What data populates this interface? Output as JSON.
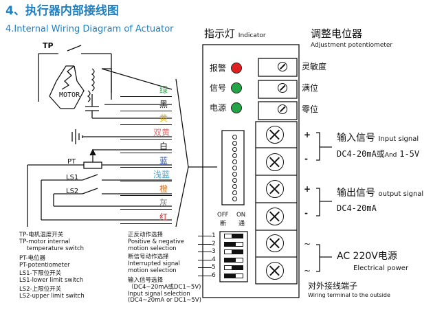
{
  "title_cn": "4、执行器内部接线图",
  "title_en": "4.Internal Wiring Diagram of Actuator",
  "indicator": {
    "cn": "指示灯",
    "en": "Indicator"
  },
  "adjust_pot": {
    "cn": "调整电位器",
    "en": "Adjustment potentiometer"
  },
  "lamps": [
    {
      "label": "报警",
      "color": "#e02020"
    },
    {
      "label": "信号",
      "color": "#22a447"
    },
    {
      "label": "电源",
      "color": "#22a447"
    }
  ],
  "pots": [
    "灵敏度",
    "满位",
    "零位"
  ],
  "wires": [
    {
      "label": "绿",
      "color": "#27a84a"
    },
    {
      "label": "黑",
      "color": "#111111"
    },
    {
      "label": "黄",
      "color": "#e0b020"
    },
    {
      "label": "双黄",
      "color": "#e07070"
    },
    {
      "label": "白",
      "color": "#111111"
    },
    {
      "label": "蓝",
      "color": "#2d4fa3"
    },
    {
      "label": "浅蓝",
      "color": "#39a8d8"
    },
    {
      "label": "橙",
      "color": "#e07020"
    },
    {
      "label": "灰",
      "color": "#777777"
    },
    {
      "label": "红",
      "color": "#e02020"
    }
  ],
  "motor_label": "MOTOR",
  "components": {
    "tp": "TP",
    "pt": "PT",
    "ls1": "LS1",
    "ls2": "LS2"
  },
  "dip": {
    "off": "OFF",
    "on": "ON",
    "off_cn": "断",
    "on_cn": "通",
    "numbers": [
      "1",
      "2",
      "3",
      "4",
      "5",
      "6"
    ]
  },
  "dip_notes": [
    "正反动作选择\nPositive & negative\nmotion selection",
    "断信号动作选择\nInterrupted signal\nmotion selection",
    "输入信号选择\n（DC4~20mA或DC1~5V)\nInput signal selection\n(DC4~20mA or DC1~5V)"
  ],
  "legend_notes": [
    "TP-电机温度开关\nTP-motor internal\n    temperature switch",
    "PT-电位器\nPT-potentiometer",
    "LS1-下限位开关\nLS1-lower limit switch",
    "LS2-上限位开关\nLS2-upper limit switch"
  ],
  "input_signal": {
    "plus": "+",
    "minus": "-",
    "cn": "输入信号",
    "en": "Input signal",
    "range_a": "DC4-20mA或",
    "and": "And",
    "range_b": "1-5V"
  },
  "output_signal": {
    "plus": "+",
    "minus": "-",
    "cn": "输出信号",
    "en": "output signal",
    "range": "DC4-20mA"
  },
  "power": {
    "ac": "~",
    "cn": "AC 220V电源",
    "en": "Electrical power"
  },
  "terminal": {
    "cn": "对外接线端子",
    "en": "Wiring terminal to the outside"
  }
}
